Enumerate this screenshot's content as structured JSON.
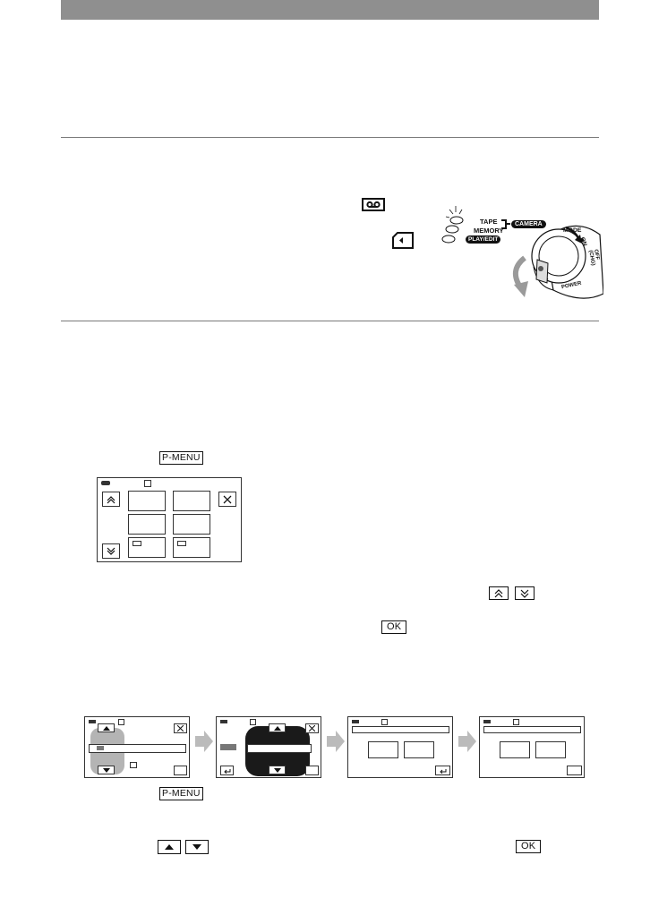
{
  "page": {
    "header_bar_color": "#8f8f8f",
    "icons": {
      "tape": "tape-cassette-icon",
      "memory": "memory-card-icon"
    }
  },
  "power_switch": {
    "lamps": {
      "tape": "TAPE",
      "memory": "MEMORY",
      "play_edit": "PLAY/EDIT",
      "camera": "CAMERA"
    },
    "dial": {
      "mode": "MODE",
      "on": "ON",
      "off": "OFF (CHG)",
      "power": "POWER"
    }
  },
  "buttons": {
    "p_menu": "P-MENU",
    "ok": "OK",
    "scroll_up": "⮝",
    "scroll_down": "⮟"
  },
  "pmenu_screen": {
    "close": "✕"
  },
  "flow_screens": {
    "close": "✕"
  }
}
